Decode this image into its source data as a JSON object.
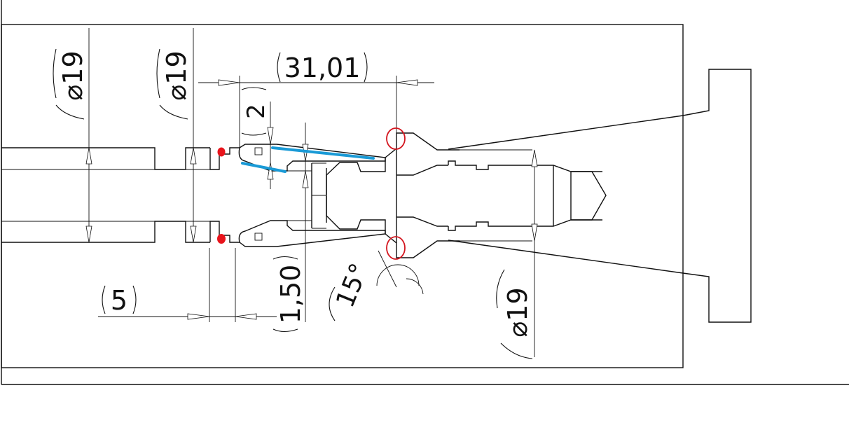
{
  "drawing": {
    "dimensions": {
      "dia_left_1": "⌀19",
      "dia_left_2": "⌀19",
      "length_top": "31,01",
      "gap_top": "2",
      "offset_left": "5",
      "wall_thickness": "1,50",
      "angle": "15°",
      "dia_right": "⌀19"
    },
    "markup": {
      "dot_color": "#e8141c",
      "circle_color": "#d3151e",
      "line_color": "#1a9ad6"
    }
  }
}
